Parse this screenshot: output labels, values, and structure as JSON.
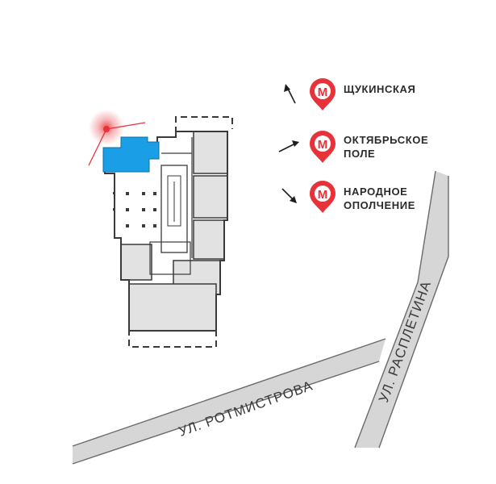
{
  "streets": {
    "rotmistrova": "УЛ. РОТМИСТРОВА",
    "raspletina": "УЛ. РАСПЛЕТИНА"
  },
  "metro": {
    "logo_letter": "M",
    "stations": [
      {
        "label_line1": "ЩУКИНСКАЯ",
        "label_line2": "",
        "direction": "north-west"
      },
      {
        "label_line1": "ОКТЯБРЬСКОЕ",
        "label_line2": "ПОЛЕ",
        "direction": "east"
      },
      {
        "label_line1": "НАРОДНОЕ",
        "label_line2": "ОПОЛЧЕНИЕ",
        "direction": "south-east"
      }
    ]
  },
  "colors": {
    "street_fill": "#d6d6d6",
    "street_edge": "#6a6a6a",
    "building_gray": "#e2e2e2",
    "building_outline": "#3a3a3a",
    "selected_unit": "#1a9ee6",
    "metro_red": "#e8323a",
    "sun_glow": "#e8323a"
  },
  "icons": {
    "metro": "metro-pin-icon",
    "arrow": "direction-arrow-icon",
    "sun": "sun-position-icon"
  }
}
